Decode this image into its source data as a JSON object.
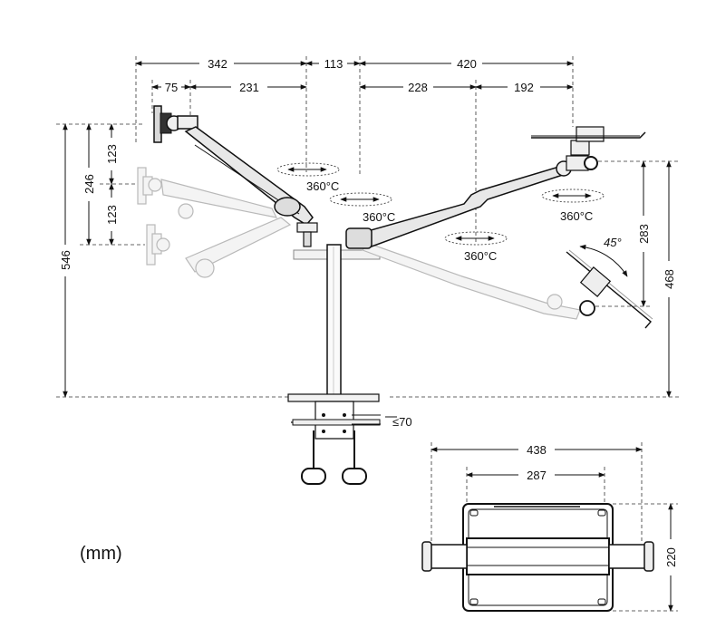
{
  "dimensions": {
    "top_342": "342",
    "top_113": "113",
    "top_420": "420",
    "top_75": "75",
    "top_231": "231",
    "top_228": "228",
    "top_192": "192",
    "left_123a": "123",
    "left_246": "246",
    "left_123b": "123",
    "left_546": "546",
    "right_283": "283",
    "right_468": "468",
    "clamp": "≤70",
    "tray_438": "438",
    "tray_287": "287",
    "tray_220": "220"
  },
  "rotation": {
    "r1": "360°C",
    "r2": "360°C",
    "r3": "360°C",
    "r4": "360°C",
    "tilt": "45°"
  },
  "unit_note": "(mm)"
}
